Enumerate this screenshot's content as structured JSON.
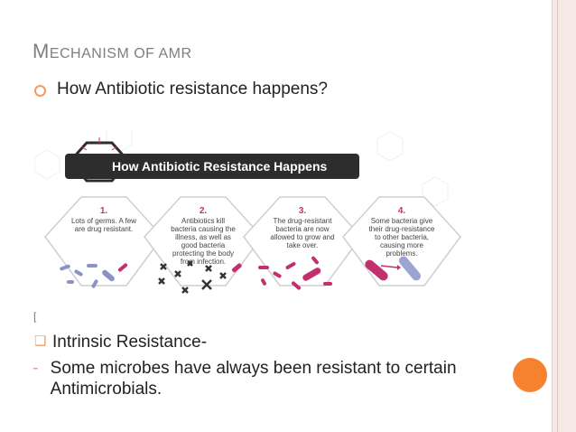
{
  "slide": {
    "title_big": "M",
    "title_rest": "ECHANISM OF AMR",
    "bullet1": "How Antibiotic resistance happens?",
    "stray_mark": "[",
    "bullet2": "Intrinsic Resistance-",
    "bullet3_dash": "-",
    "bullet3": "Some microbes have always been resistant to certain Antimicrobials."
  },
  "infographic": {
    "header": "How Antibiotic Resistance Happens",
    "steps": [
      {
        "num": "1.",
        "text": "Lots of germs. A few are drug resistant."
      },
      {
        "num": "2.",
        "text": "Antibiotics kill bacteria causing the illness, as well as good bacteria protecting the body from infection."
      },
      {
        "num": "3.",
        "text": "The drug-resistant bacteria are now allowed to grow and take over."
      },
      {
        "num": "4.",
        "text": "Some bacteria give their drug-resistance to other bacteria, causing more problems."
      }
    ]
  },
  "colors": {
    "accent_orange": "#f7822d",
    "title_gray": "#7f7f7f",
    "bacteria_magenta": "#c23070",
    "bacteria_blue": "#8b92c9"
  }
}
